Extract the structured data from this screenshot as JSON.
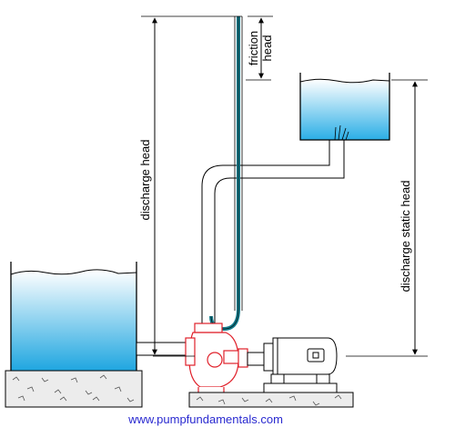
{
  "diagram": {
    "labels": {
      "friction_head_line1": "friction",
      "friction_head_line2": "head",
      "discharge_head": "discharge head",
      "discharge_static_head": "discharge static  head"
    },
    "footer_url": "www.pumpfundamentals.com",
    "colors": {
      "water_top": "#ffffff",
      "water_bottom": "#1fa6e0",
      "pump": "#e0202a",
      "manometer_tube": "#137a8a",
      "pipe_stroke": "#000000",
      "base_fill": "#e8e8e8",
      "url_text": "#2a2ad0"
    }
  }
}
